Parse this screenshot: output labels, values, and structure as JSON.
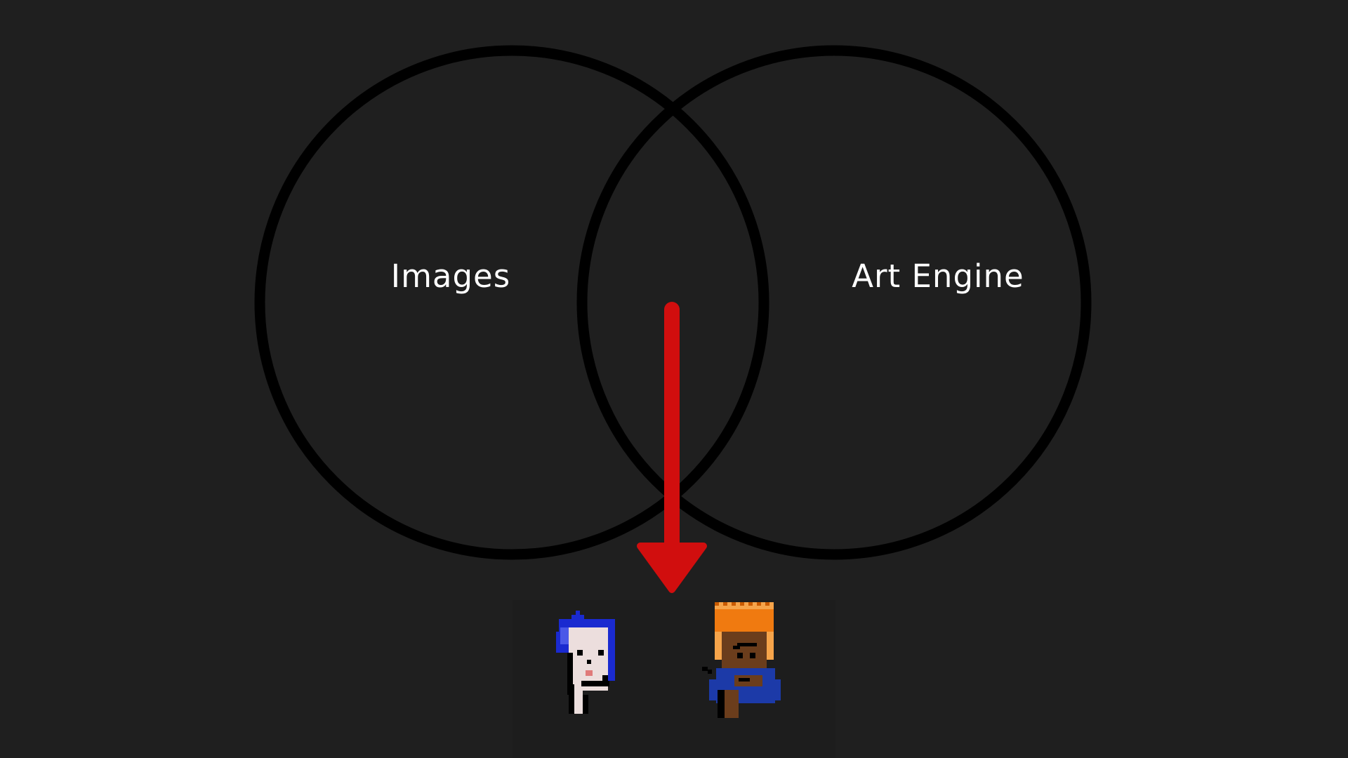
{
  "venn": {
    "left_label": "Images",
    "right_label": "Art Engine"
  },
  "colors": {
    "background": "#1f1f1f",
    "circle_stroke": "#000000",
    "arrow": "#d10e0e",
    "label": "#ffffff"
  },
  "avatars": [
    {
      "name": "blue-mohawk-punk-avatar",
      "hair": "#1a2ad0",
      "skin": "#ecdedd"
    },
    {
      "name": "orange-crown-punk-avatar",
      "hat": "#f07a10",
      "skin": "#6b3d1c",
      "shirt": "#1c3aa8"
    }
  ]
}
